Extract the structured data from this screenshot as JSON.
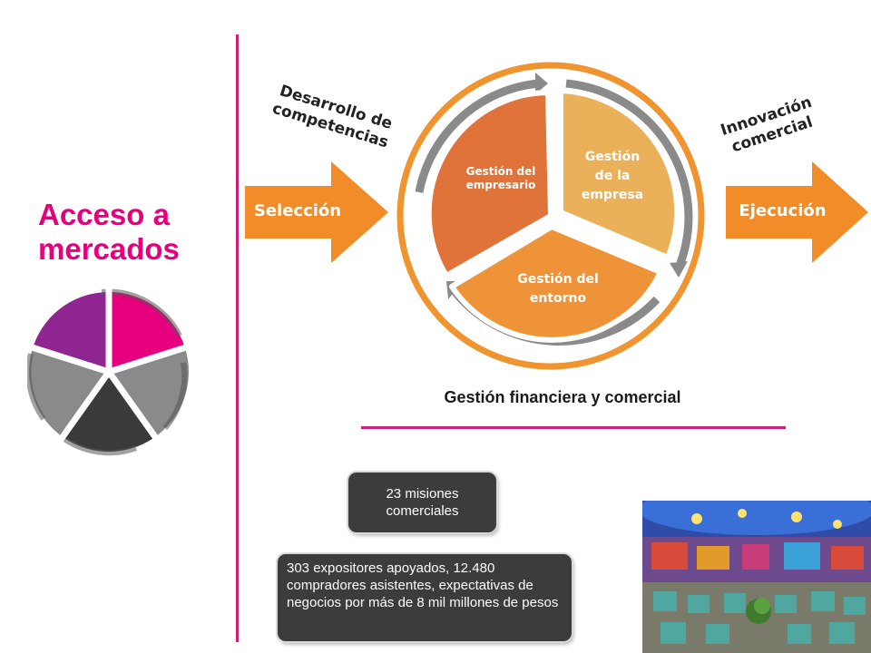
{
  "title": "Acceso a mercados",
  "arrows": {
    "left": "Selección",
    "right": "Ejecución"
  },
  "rotated_labels": {
    "left_line1": "Desarrollo de",
    "left_line2": "competencias",
    "right_line1": "Innovación",
    "right_line2": "comercial"
  },
  "cycle": {
    "segments": [
      {
        "line1": "Gestión del",
        "line2": "empresario",
        "color": "#e0733a"
      },
      {
        "line1": "Gestión",
        "line2": "de la",
        "line3": "empresa",
        "color": "#ebb15a"
      },
      {
        "line1": "Gestión del",
        "line2": "entorno",
        "color": "#ef9339"
      }
    ],
    "ring_color": "#f0942f",
    "arrow_color": "#8a8a8a"
  },
  "bottom_label": "Gestión financiera y comercial",
  "stats": {
    "missions": "23 misiones comerciales",
    "exhibitors": "303 expositores apoyados, 12.480 compradores asistentes, expectativas de negocios por más de 8 mil millones de pesos"
  },
  "colors": {
    "accent": "#e6007e",
    "arrow_orange": "#f28c28",
    "box_dark": "#3c3c3c",
    "small_pie": [
      "#e6007e",
      "#8a8a8a",
      "#3a3a3a",
      "#8a8a8a",
      "#8e2590"
    ]
  }
}
